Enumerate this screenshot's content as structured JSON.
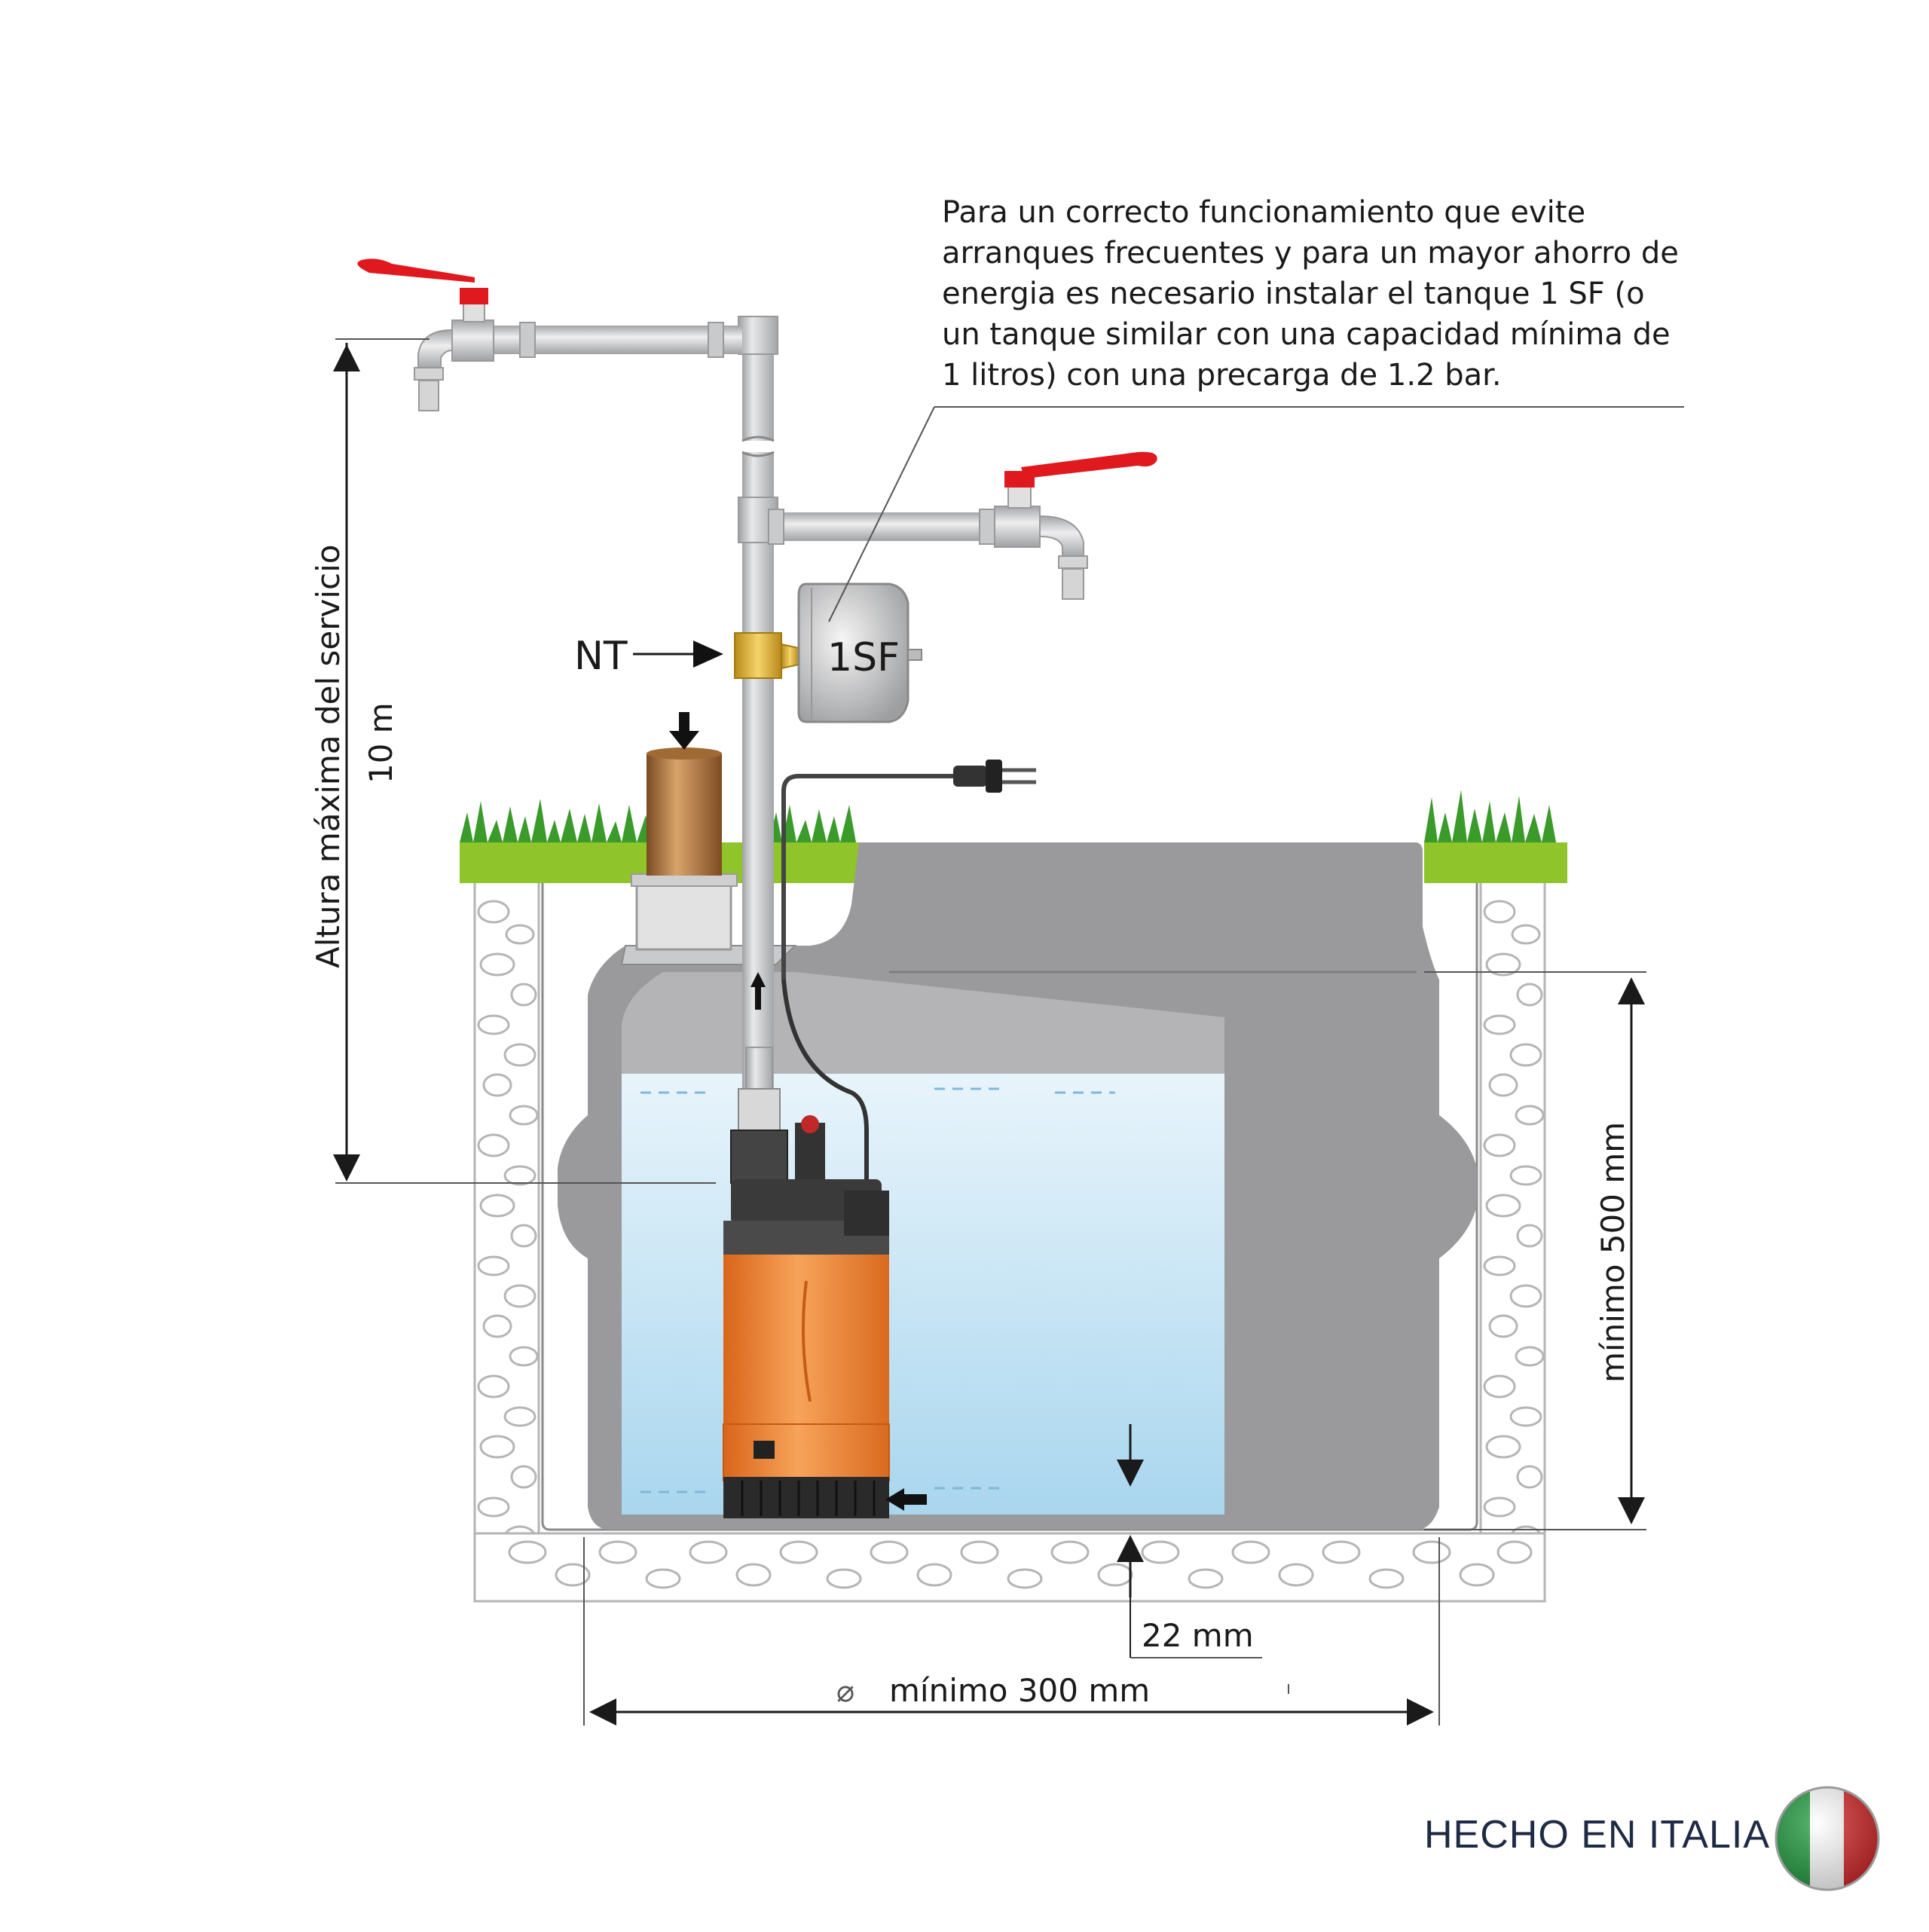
{
  "note": {
    "lines": [
      "Para un correcto funcionamiento que evite",
      "arranques frecuentes y para un mayor ahorro de",
      "energia es necesario instalar el tanque 1 SF (o",
      "un tanque similar con una capacidad mínima de",
      "1 litros) con una precarga de 1.2 bar."
    ]
  },
  "labels": {
    "nt": "NT",
    "tank": "1SF",
    "height_title": "Altura máxima del servicio",
    "height_value": "10 m",
    "depth": "mínimo 500 mm",
    "gap": "22 mm",
    "diameter_symbol": "⌀",
    "diameter": "mínimo 300 mm"
  },
  "footer": {
    "made_in": "HECHO EN ITALIA",
    "flag_colors": [
      "#1f9a3e",
      "#ffffff",
      "#d32a2a"
    ]
  },
  "colors": {
    "pump_body": "#f08a2c",
    "pump_top": "#3a3a3a",
    "water": "#cfe7f4",
    "tank_wall": "#9a9a9c",
    "grass": "#8fc42a",
    "valve_handle": "#e0191f",
    "pipe": "#c9cacc"
  },
  "icons": [
    "tap-icon",
    "valve-handle-icon",
    "arrow-icon",
    "plug-icon",
    "flag-icon"
  ]
}
